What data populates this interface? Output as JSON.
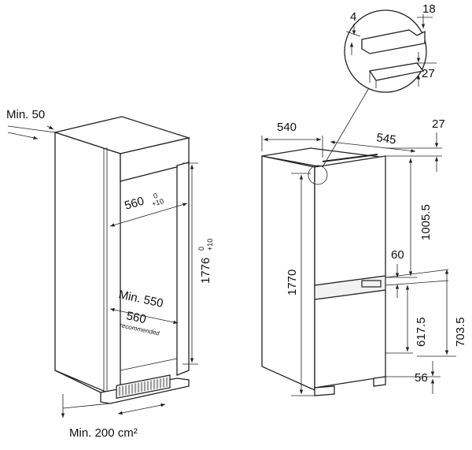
{
  "left_dims": {
    "min_top": "Min. 50",
    "niche_width": "560",
    "niche_width_tol_top": "0",
    "niche_width_tol_bot": "+10",
    "niche_height": "1776",
    "niche_height_tol_top": "0",
    "niche_height_tol_bot": "+10",
    "min_depth": "Min. 550",
    "rec_depth": "560",
    "rec_label": "recommended",
    "min_vent": "Min. 200 cm²"
  },
  "right_dims": {
    "width": "540",
    "depth": "545",
    "top_gap": "27",
    "upper_height": "1005.5",
    "total_height": "1770",
    "gap_mid": "60",
    "lower_height_a": "617.5",
    "lower_height_b": "703.5",
    "bottom": "56"
  },
  "detail_dims": {
    "d4": "4",
    "d18": "18",
    "d27": "27"
  }
}
